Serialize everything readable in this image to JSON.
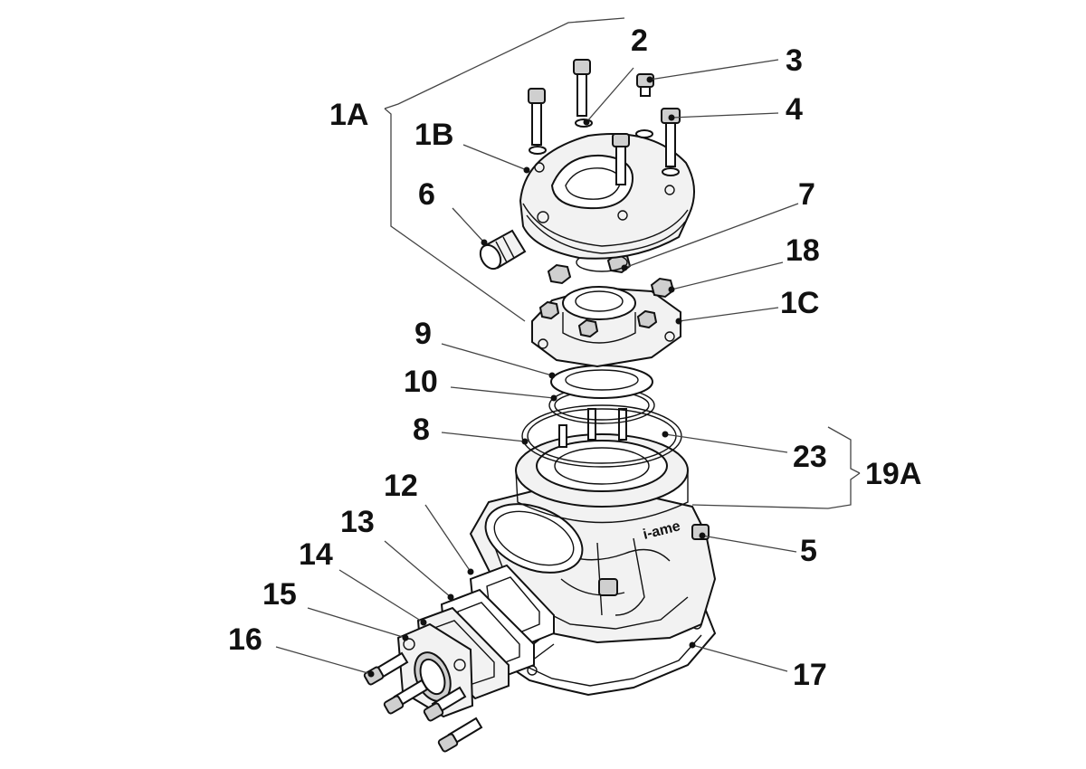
{
  "labels": {
    "l1A": "1A",
    "l1B": "1B",
    "l1C": "1C",
    "l2": "2",
    "l3": "3",
    "l4": "4",
    "l5": "5",
    "l6": "6",
    "l7": "7",
    "l8": "8",
    "l9": "9",
    "l10": "10",
    "l12": "12",
    "l13": "13",
    "l14": "14",
    "l15": "15",
    "l16": "16",
    "l17": "17",
    "l18": "18",
    "l19A": "19A",
    "l23": "23"
  },
  "engraving": "i-ame"
}
